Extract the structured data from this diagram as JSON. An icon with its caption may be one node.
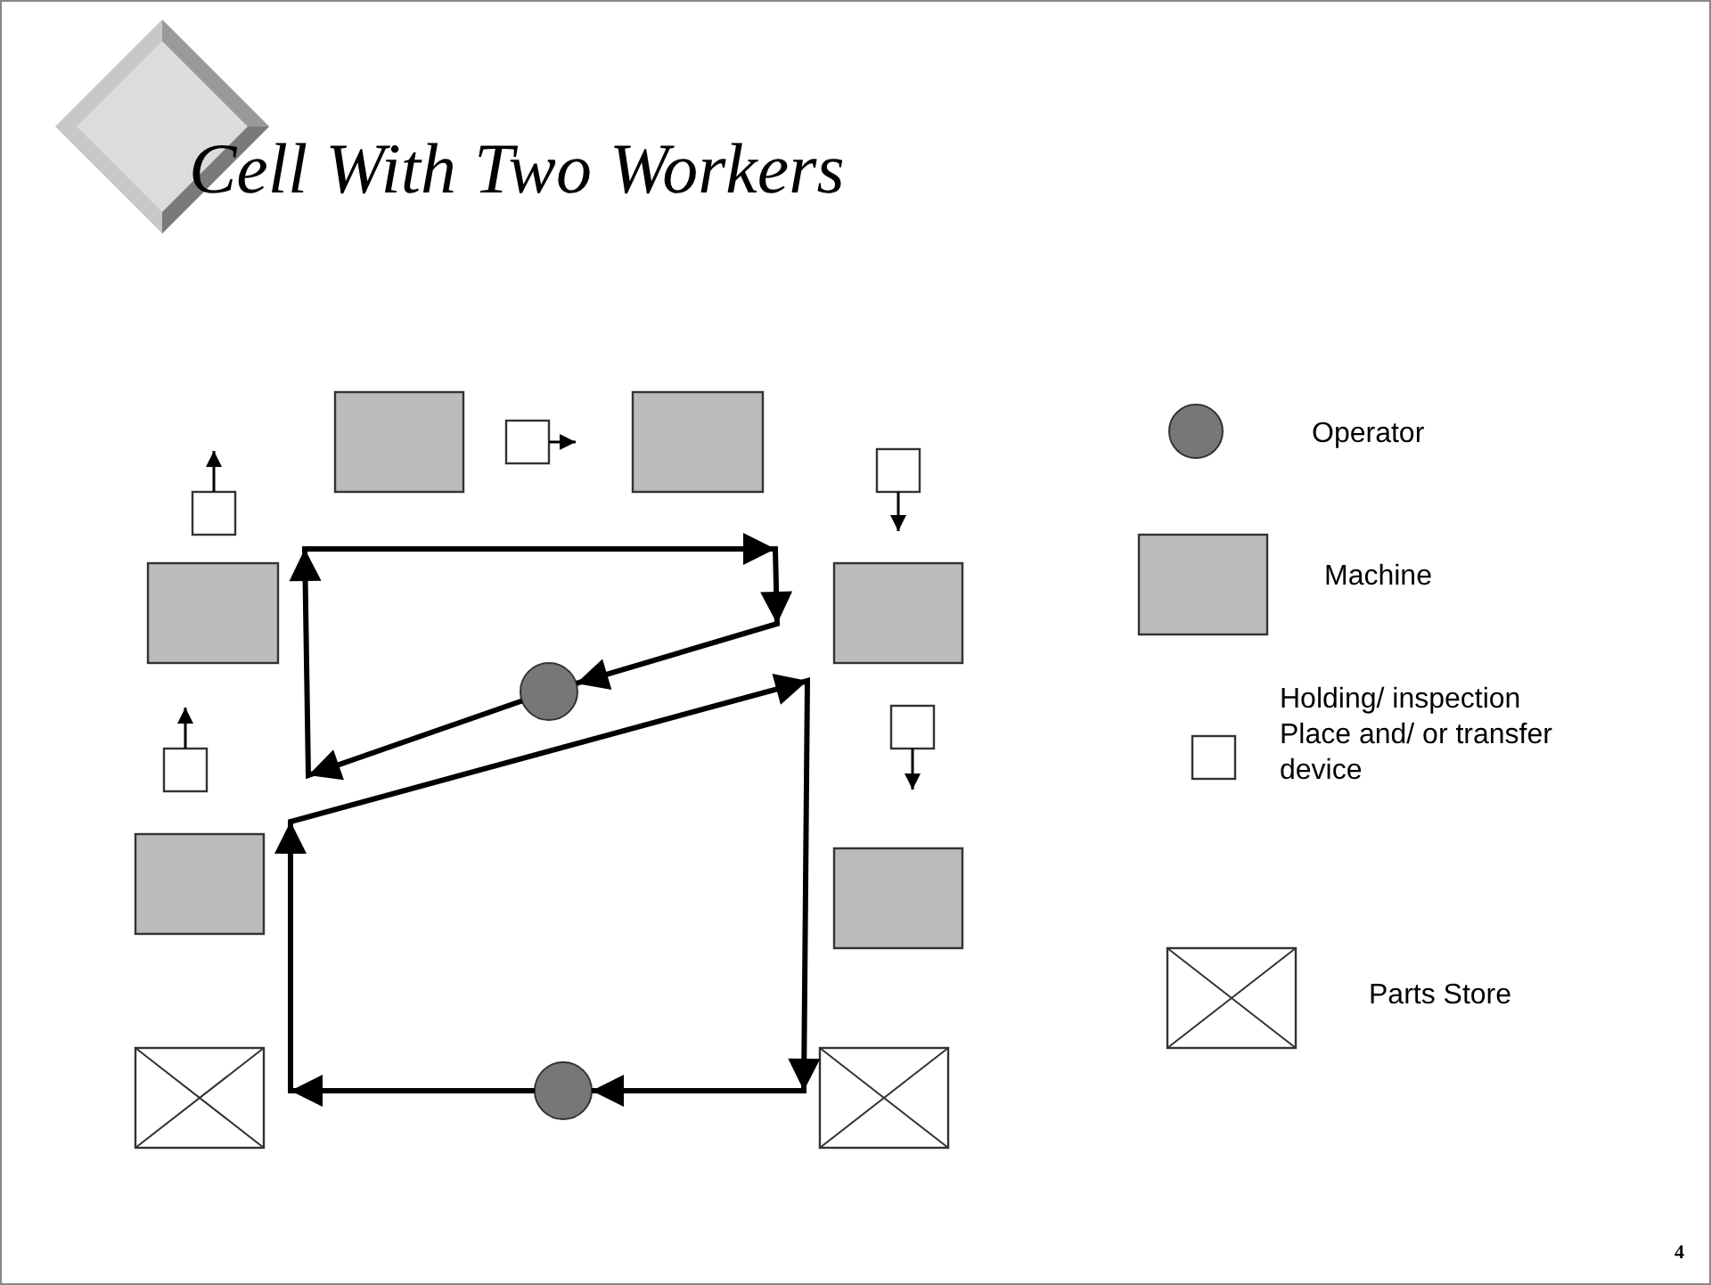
{
  "diagram": {
    "title": "Cell With Two Workers",
    "nodes": [
      {
        "text": [],
        "shape": "box"
      },
      {
        "text": [],
        "shape": "box"
      },
      {
        "text": [],
        "shape": "box"
      },
      {
        "text": [],
        "shape": "box"
      },
      {
        "text": [],
        "shape": "box"
      },
      {
        "text": [],
        "shape": "box"
      },
      {
        "text": [],
        "shape": "box"
      },
      {
        "text": [],
        "shape": "circle"
      },
      {
        "text": [],
        "shape": "box"
      },
      {
        "text": [],
        "shape": "box"
      },
      {
        "text": [],
        "shape": "box"
      },
      {
        "text": [],
        "shape": "box"
      },
      {
        "text": [],
        "shape": "box"
      },
      {
        "text": [],
        "shape": "circle"
      },
      {
        "text": [],
        "shape": "box"
      }
    ],
    "edges": [
      {
        "from": 7,
        "to": 7,
        "arrow": "to",
        "style": "thick"
      },
      {
        "from": 13,
        "to": 13,
        "arrow": "to",
        "style": "thick"
      },
      {
        "from": 1,
        "to": null,
        "arrow": "to"
      },
      {
        "from": 3,
        "to": null,
        "arrow": "to"
      },
      {
        "from": 4,
        "to": null,
        "arrow": "to"
      },
      {
        "from": 8,
        "to": null,
        "arrow": "to"
      },
      {
        "from": 9,
        "to": null,
        "arrow": "to"
      }
    ],
    "labels": [
      "4"
    ],
    "legend": [
      {
        "text": "Operator"
      },
      {
        "text": "Machine"
      },
      {
        "text": "Holding/ inspection Place and/ or transfer device"
      },
      {
        "text": "Parts Store"
      }
    ]
  }
}
